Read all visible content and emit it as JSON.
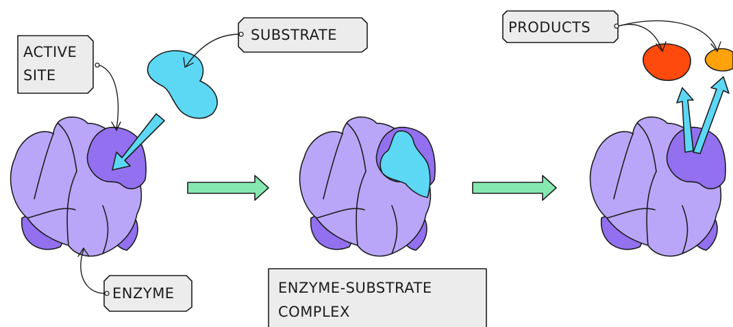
{
  "labels": {
    "active_site": [
      "ACTIVE",
      "SITE"
    ],
    "substrate": "SUBSTRATE",
    "enzyme": "ENZYME",
    "complex": [
      "ENZYME-SUBSTRATE",
      "COMPLEX"
    ],
    "products": "PRODUCTS"
  },
  "colors": {
    "enzyme_light": "#b9a6f8",
    "enzyme_dark": "#9270ef",
    "substrate": "#5cd8f5",
    "product_red": "#ff4a0e",
    "product_orange": "#ffa20c",
    "process_arrow": "#86e8b1",
    "label_box": "#ececec"
  }
}
